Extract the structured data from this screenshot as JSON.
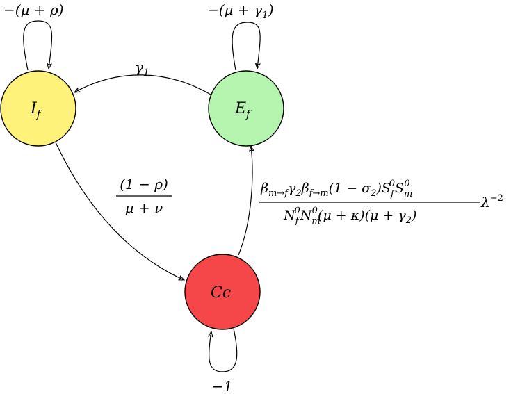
{
  "nodes": {
    "If": {
      "main": "I",
      "sub": "f",
      "color": "#FFF27A"
    },
    "Ef": {
      "main": "E",
      "sub": "f",
      "color": "#B5F5B0"
    },
    "Cc": {
      "main": "Cc",
      "color": "#F5474A"
    }
  },
  "loops": {
    "If": {
      "text": "−(μ + ρ)"
    },
    "Ef": {
      "pre": "−(μ + γ",
      "sub": "1",
      "post": ")"
    },
    "Cc": {
      "text": "−1"
    }
  },
  "edges": {
    "Ef_to_If": {
      "main": "γ",
      "sub": "1"
    },
    "If_to_Cc": {
      "numerator": "(1 − ρ)",
      "denominator": "μ + ν"
    },
    "Cc_to_Ef": {
      "numerator_parts": [
        "β",
        "m→f",
        "γ",
        "2",
        "β",
        "f→m",
        "(1 − σ",
        "2",
        ")S",
        "f",
        "0",
        "S",
        "m",
        "0"
      ],
      "denominator_parts": [
        "N",
        "f",
        "0",
        "N",
        "m",
        "0",
        "(μ + κ)(μ + γ",
        "2",
        ")"
      ],
      "factor": "λ",
      "factor_exp": "−2"
    }
  }
}
